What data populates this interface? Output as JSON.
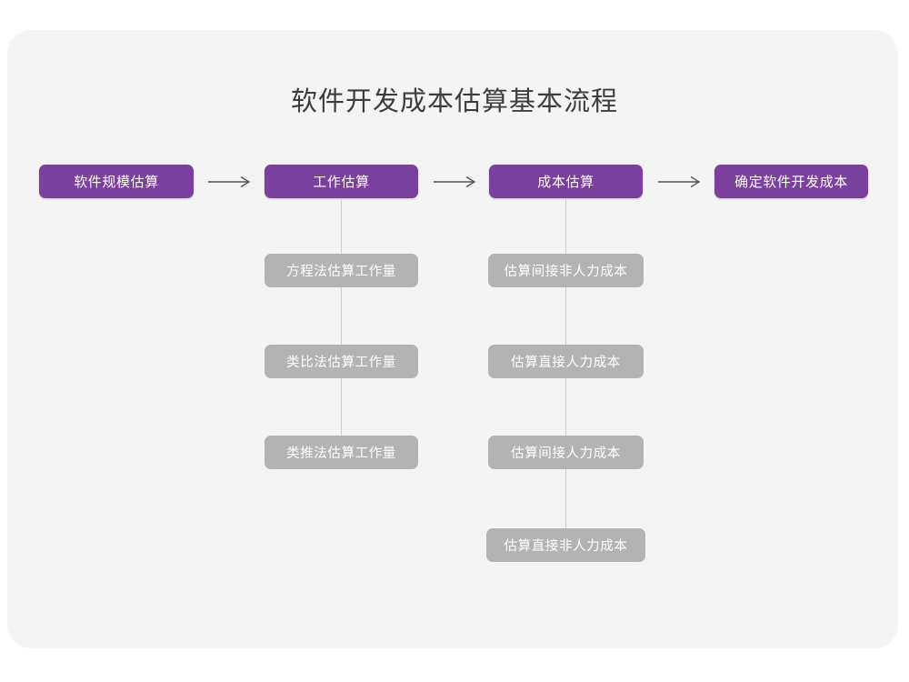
{
  "diagram": {
    "title": "软件开发成本估算基本流程",
    "type": "flowchart",
    "colors": {
      "background": "#ffffff",
      "card": "#f4f4f5",
      "primary_node": "#7b3f9d",
      "secondary_node": "#b3b3b3",
      "node_text": "#ffffff",
      "title_text": "#3d3d3d",
      "connector": "#cfcfcf",
      "arrow": "#555555"
    },
    "main_flow": [
      {
        "id": "step1",
        "label": "软件规模估算"
      },
      {
        "id": "step2",
        "label": "工作估算"
      },
      {
        "id": "step3",
        "label": "成本估算"
      },
      {
        "id": "step4",
        "label": "确定软件开发成本"
      }
    ],
    "arrows": [
      {
        "id": "arrow1",
        "glyph": "arrow-right-icon",
        "from": "step1",
        "to": "step2"
      },
      {
        "id": "arrow2",
        "glyph": "arrow-right-icon",
        "from": "step2",
        "to": "step3"
      },
      {
        "id": "arrow3",
        "glyph": "arrow-right-icon",
        "from": "step3",
        "to": "step4"
      }
    ],
    "branches": [
      {
        "parent": "step2",
        "items": [
          {
            "label": "方程法估算工作量"
          },
          {
            "label": "类比法估算工作量"
          },
          {
            "label": "类推法估算工作量"
          }
        ]
      },
      {
        "parent": "step3",
        "items": [
          {
            "label": "估算间接非人力成本"
          },
          {
            "label": "估算直接人力成本"
          },
          {
            "label": "估算间接人力成本"
          },
          {
            "label": "估算直接非人力成本"
          }
        ]
      }
    ]
  }
}
